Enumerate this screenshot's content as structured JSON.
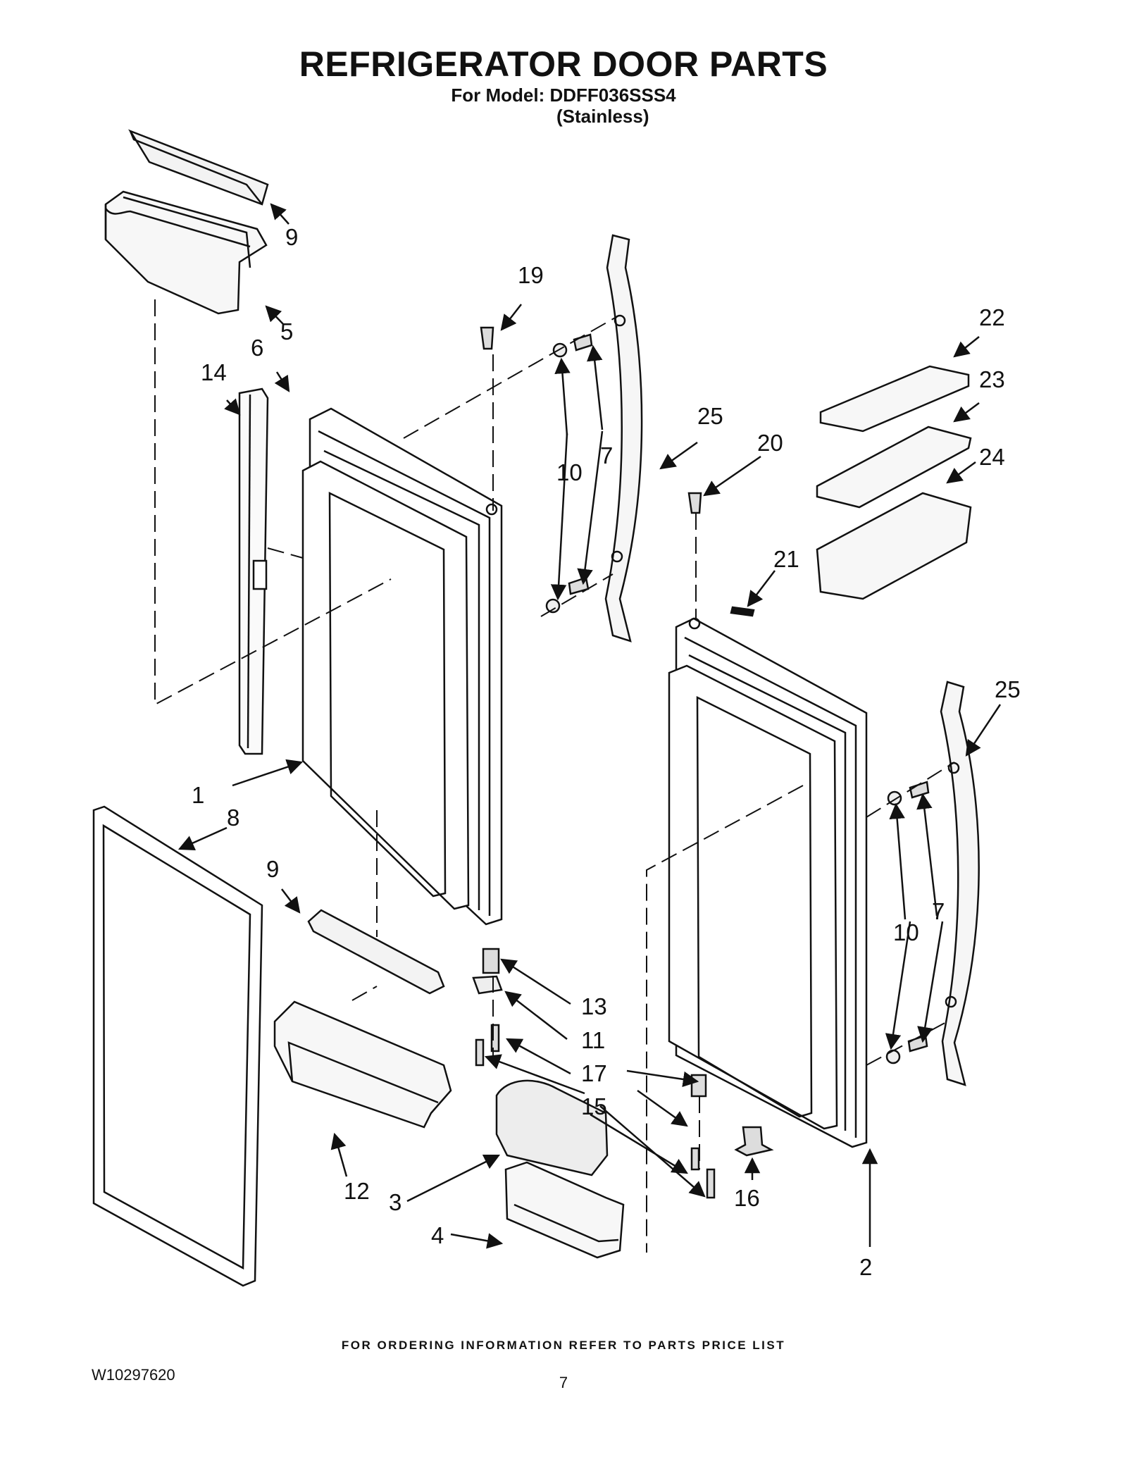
{
  "header": {
    "title": "REFRIGERATOR DOOR PARTS",
    "model_line": "For Model: DDFF036SSS4",
    "finish_line": "(Stainless)"
  },
  "callouts": [
    "9",
    "5",
    "6",
    "14",
    "19",
    "7",
    "10",
    "25",
    "22",
    "23",
    "24",
    "20",
    "21",
    "1",
    "8",
    "9",
    "13",
    "11",
    "17",
    "15",
    "12",
    "3",
    "4",
    "16",
    "2",
    "10",
    "7",
    "25"
  ],
  "footer": {
    "ordering_note": "FOR ORDERING INFORMATION REFER TO PARTS PRICE LIST",
    "document_number": "W10297620",
    "page_number": "7"
  }
}
